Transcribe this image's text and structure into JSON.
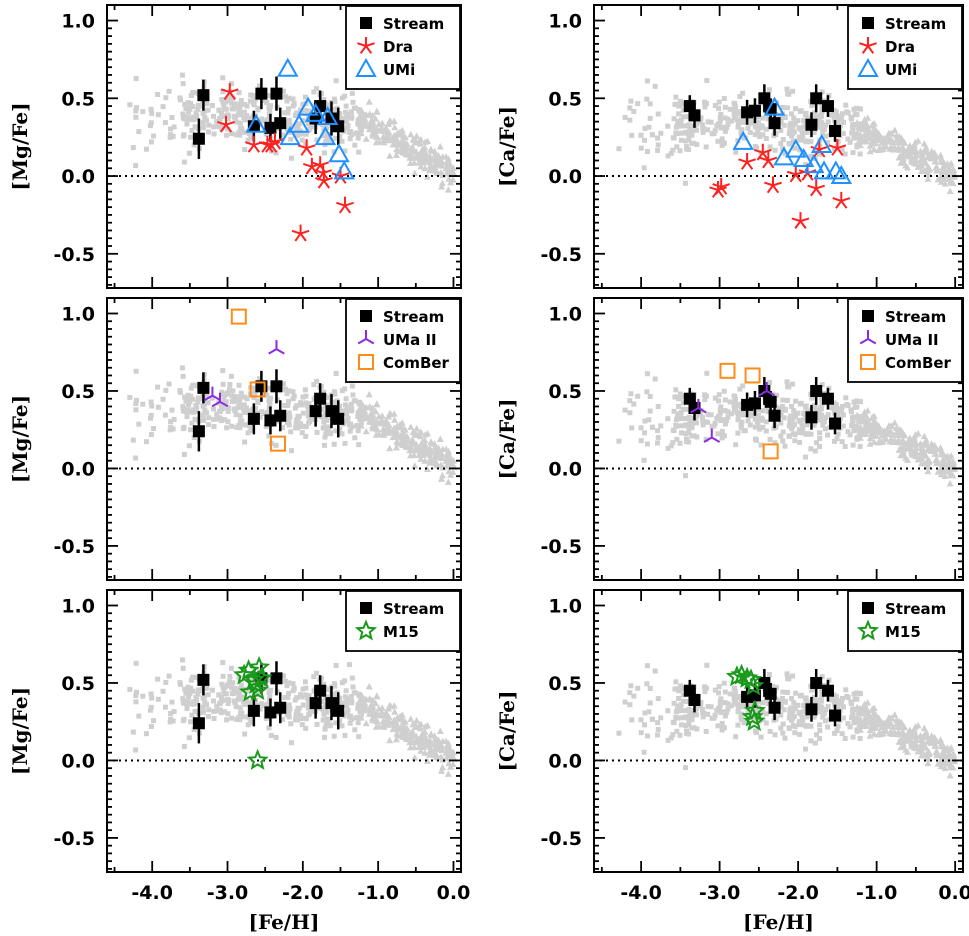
{
  "figure": {
    "x_axis_label": "[Fe/H]",
    "x_ticks": [
      "-4.0",
      "-3.0",
      "-2.0",
      "-1.0",
      "0.0"
    ],
    "y_ticks": [
      "1.0",
      "0.5",
      "0.0",
      "-0.5"
    ]
  },
  "chart_data": [
    {
      "type": "scatter",
      "ylabel": "[Mg/Fe]",
      "xlim": [
        -4.6,
        0.1
      ],
      "ylim": [
        -0.72,
        1.1
      ],
      "legend": [
        "Stream",
        "Dra",
        "UMi"
      ],
      "legend_placement": "top-right",
      "reference_line_y": 0.0,
      "series": [
        {
          "name": "Stream",
          "marker": "filled-square",
          "color": "#000000",
          "x": [
            -3.38,
            -3.32,
            -2.65,
            -2.55,
            -2.43,
            -2.35,
            -2.3,
            -1.83,
            -1.77,
            -1.62,
            -1.53
          ],
          "y": [
            0.24,
            0.52,
            0.32,
            0.53,
            0.31,
            0.53,
            0.34,
            0.37,
            0.45,
            0.37,
            0.32
          ],
          "yerr": [
            0.13,
            0.1,
            0.1,
            0.1,
            0.09,
            0.11,
            0.1,
            0.1,
            0.1,
            0.11,
            0.12
          ]
        },
        {
          "name": "Dra",
          "marker": "asterisk",
          "color": "#ff2020",
          "x": [
            -2.97,
            -3.02,
            -2.65,
            -2.47,
            -2.37,
            -2.42,
            -1.95,
            -1.88,
            -1.77,
            -1.73,
            -1.72,
            -1.5,
            -1.44,
            -2.03
          ],
          "y": [
            0.54,
            0.33,
            0.2,
            0.2,
            0.22,
            0.2,
            0.18,
            0.06,
            0.07,
            0.02,
            -0.03,
            0.0,
            -0.19,
            -0.37
          ]
        },
        {
          "name": "UMi",
          "marker": "open-triangle",
          "color": "#1e90ff",
          "x": [
            -2.2,
            -2.62,
            -2.17,
            -2.05,
            -1.93,
            -1.7,
            -1.83,
            -1.52,
            -1.45,
            -1.67
          ],
          "y": [
            0.69,
            0.33,
            0.25,
            0.33,
            0.44,
            0.25,
            0.4,
            0.14,
            0.03,
            0.38
          ]
        }
      ]
    },
    {
      "type": "scatter",
      "ylabel": "[Ca/Fe]",
      "xlim": [
        -4.6,
        0.1
      ],
      "ylim": [
        -0.72,
        1.1
      ],
      "legend": [
        "Stream",
        "Dra",
        "UMi"
      ],
      "legend_placement": "top-right",
      "reference_line_y": 0.0,
      "series": [
        {
          "name": "Stream",
          "marker": "filled-square",
          "color": "#000000",
          "x": [
            -3.38,
            -3.32,
            -2.65,
            -2.55,
            -2.43,
            -2.35,
            -2.3,
            -1.83,
            -1.77,
            -1.62,
            -1.53
          ],
          "y": [
            0.45,
            0.39,
            0.41,
            0.42,
            0.5,
            0.43,
            0.34,
            0.33,
            0.5,
            0.45,
            0.29
          ],
          "yerr": [
            0.07,
            0.08,
            0.08,
            0.08,
            0.09,
            0.07,
            0.08,
            0.08,
            0.09,
            0.07,
            0.07
          ]
        },
        {
          "name": "Dra",
          "marker": "asterisk",
          "color": "#ff2020",
          "x": [
            -3.02,
            -2.98,
            -2.65,
            -2.45,
            -2.38,
            -2.32,
            -2.03,
            -1.88,
            -1.77,
            -1.73,
            -1.5,
            -1.45,
            -1.97
          ],
          "y": [
            -0.09,
            -0.07,
            0.09,
            0.15,
            0.1,
            -0.06,
            0.01,
            0.02,
            -0.08,
            0.17,
            0.18,
            -0.16,
            -0.29
          ]
        },
        {
          "name": "UMi",
          "marker": "open-triangle",
          "color": "#1e90ff",
          "x": [
            -2.7,
            -2.3,
            -2.18,
            -2.03,
            -1.93,
            -1.8,
            -1.7,
            -1.67,
            -1.52,
            -1.45
          ],
          "y": [
            0.22,
            0.44,
            0.12,
            0.17,
            0.11,
            0.07,
            0.2,
            0.03,
            0.03,
            0.0
          ]
        }
      ]
    },
    {
      "type": "scatter",
      "ylabel": "[Mg/Fe]",
      "xlim": [
        -4.6,
        0.1
      ],
      "ylim": [
        -0.72,
        1.1
      ],
      "legend": [
        "Stream",
        "UMa II",
        "ComBer"
      ],
      "legend_placement": "top-right",
      "reference_line_y": 0.0,
      "series": [
        {
          "name": "Stream",
          "marker": "filled-square",
          "color": "#000000",
          "x": [
            -3.38,
            -3.32,
            -2.65,
            -2.55,
            -2.43,
            -2.35,
            -2.3,
            -1.83,
            -1.77,
            -1.62,
            -1.53
          ],
          "y": [
            0.24,
            0.52,
            0.32,
            0.53,
            0.31,
            0.53,
            0.34,
            0.37,
            0.45,
            0.37,
            0.32
          ],
          "yerr": [
            0.13,
            0.1,
            0.1,
            0.1,
            0.09,
            0.11,
            0.1,
            0.1,
            0.1,
            0.11,
            0.12
          ]
        },
        {
          "name": "UMa II",
          "marker": "tri-down",
          "color": "#8a2be2",
          "x": [
            -2.35,
            -3.2,
            -3.1
          ],
          "y": [
            0.77,
            0.47,
            0.43
          ]
        },
        {
          "name": "ComBer",
          "marker": "open-square",
          "color": "#ff8c1a",
          "x": [
            -2.85,
            -2.6,
            -2.33
          ],
          "y": [
            0.98,
            0.51,
            0.16
          ]
        }
      ]
    },
    {
      "type": "scatter",
      "ylabel": "[Ca/Fe]",
      "xlim": [
        -4.6,
        0.1
      ],
      "ylim": [
        -0.72,
        1.1
      ],
      "legend": [
        "Stream",
        "UMa II",
        "ComBer"
      ],
      "legend_placement": "top-right",
      "reference_line_y": 0.0,
      "series": [
        {
          "name": "Stream",
          "marker": "filled-square",
          "color": "#000000",
          "x": [
            -3.38,
            -3.32,
            -2.65,
            -2.55,
            -2.43,
            -2.35,
            -2.3,
            -1.83,
            -1.77,
            -1.62,
            -1.53
          ],
          "y": [
            0.45,
            0.39,
            0.41,
            0.42,
            0.5,
            0.43,
            0.34,
            0.33,
            0.5,
            0.45,
            0.29
          ],
          "yerr": [
            0.07,
            0.08,
            0.08,
            0.08,
            0.09,
            0.07,
            0.08,
            0.08,
            0.09,
            0.07,
            0.07
          ]
        },
        {
          "name": "UMa II",
          "marker": "tri-down",
          "color": "#8a2be2",
          "x": [
            -3.27,
            -3.1,
            -2.4
          ],
          "y": [
            0.39,
            0.2,
            0.5
          ]
        },
        {
          "name": "ComBer",
          "marker": "open-square",
          "color": "#ff8c1a",
          "x": [
            -2.9,
            -2.58,
            -2.35
          ],
          "y": [
            0.63,
            0.6,
            0.11
          ]
        }
      ]
    },
    {
      "type": "scatter",
      "ylabel": "[Mg/Fe]",
      "xlim": [
        -4.6,
        0.1
      ],
      "ylim": [
        -0.72,
        1.1
      ],
      "legend": [
        "Stream",
        "M15"
      ],
      "legend_placement": "top-right",
      "reference_line_y": 0.0,
      "series": [
        {
          "name": "Stream",
          "marker": "filled-square",
          "color": "#000000",
          "x": [
            -3.38,
            -3.32,
            -2.65,
            -2.55,
            -2.43,
            -2.35,
            -2.3,
            -1.83,
            -1.77,
            -1.62,
            -1.53
          ],
          "y": [
            0.24,
            0.52,
            0.32,
            0.53,
            0.31,
            0.53,
            0.34,
            0.37,
            0.45,
            0.37,
            0.32
          ],
          "yerr": [
            0.13,
            0.1,
            0.1,
            0.1,
            0.09,
            0.11,
            0.1,
            0.1,
            0.1,
            0.11,
            0.12
          ]
        },
        {
          "name": "M15",
          "marker": "open-star",
          "color": "#1a9a1a",
          "x": [
            -2.78,
            -2.72,
            -2.65,
            -2.58,
            -2.55,
            -2.6,
            -2.7,
            -2.62,
            -2.6
          ],
          "y": [
            0.55,
            0.58,
            0.52,
            0.6,
            0.53,
            0.45,
            0.44,
            0.49,
            0.0
          ]
        }
      ]
    },
    {
      "type": "scatter",
      "ylabel": "[Ca/Fe]",
      "xlim": [
        -4.6,
        0.1
      ],
      "ylim": [
        -0.72,
        1.1
      ],
      "legend": [
        "Stream",
        "M15"
      ],
      "legend_placement": "top-right",
      "reference_line_y": 0.0,
      "series": [
        {
          "name": "Stream",
          "marker": "filled-square",
          "color": "#000000",
          "x": [
            -3.38,
            -3.32,
            -2.65,
            -2.55,
            -2.43,
            -2.35,
            -2.3,
            -1.83,
            -1.77,
            -1.62,
            -1.53
          ],
          "y": [
            0.45,
            0.39,
            0.41,
            0.42,
            0.5,
            0.43,
            0.34,
            0.33,
            0.5,
            0.45,
            0.29
          ],
          "yerr": [
            0.07,
            0.08,
            0.08,
            0.08,
            0.09,
            0.07,
            0.08,
            0.08,
            0.09,
            0.07,
            0.07
          ]
        },
        {
          "name": "M15",
          "marker": "open-star",
          "color": "#1a9a1a",
          "x": [
            -2.78,
            -2.72,
            -2.65,
            -2.6,
            -2.57,
            -2.55,
            -2.58,
            -2.56
          ],
          "y": [
            0.54,
            0.55,
            0.53,
            0.52,
            0.48,
            0.32,
            0.28,
            0.25
          ]
        }
      ]
    }
  ]
}
